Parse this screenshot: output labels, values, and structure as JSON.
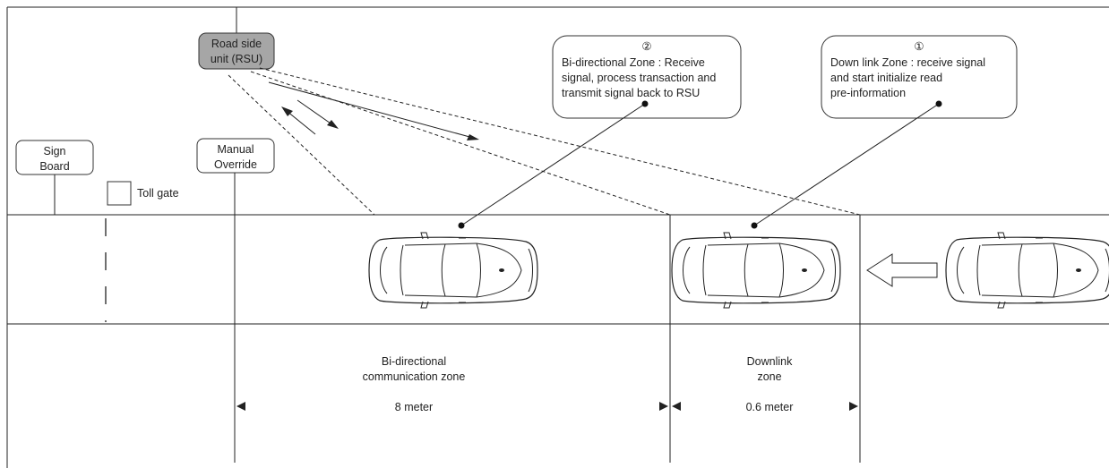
{
  "rsu": {
    "line1": "Road side",
    "line2": "unit (RSU)"
  },
  "callout_bidirectional": {
    "number": "②",
    "line1": "Bi-directional Zone : Receive",
    "line2": "signal, process transaction and",
    "line3": "transmit signal back to RSU"
  },
  "callout_downlink": {
    "number": "①",
    "line1": "Down link Zone : receive signal",
    "line2": "and start initialize read",
    "line3": "pre-information"
  },
  "sign_board": {
    "line1": "Sign",
    "line2": "Board"
  },
  "toll_gate": {
    "label": "Toll gate"
  },
  "manual_override": {
    "line1": "Manual",
    "line2": "Override"
  },
  "zone_bidirectional": {
    "line1": "Bi-directional",
    "line2": "communication zone",
    "length": "8 meter"
  },
  "zone_downlink": {
    "line1": "Downlink",
    "line2": "zone",
    "length": "0.6 meter"
  },
  "colors": {
    "rsu_fill": "#a6a6a6",
    "line": "#222222",
    "background": "#ffffff"
  },
  "icons": {
    "vehicle": "car-top-view-icon",
    "direction": "left-arrow-icon"
  }
}
